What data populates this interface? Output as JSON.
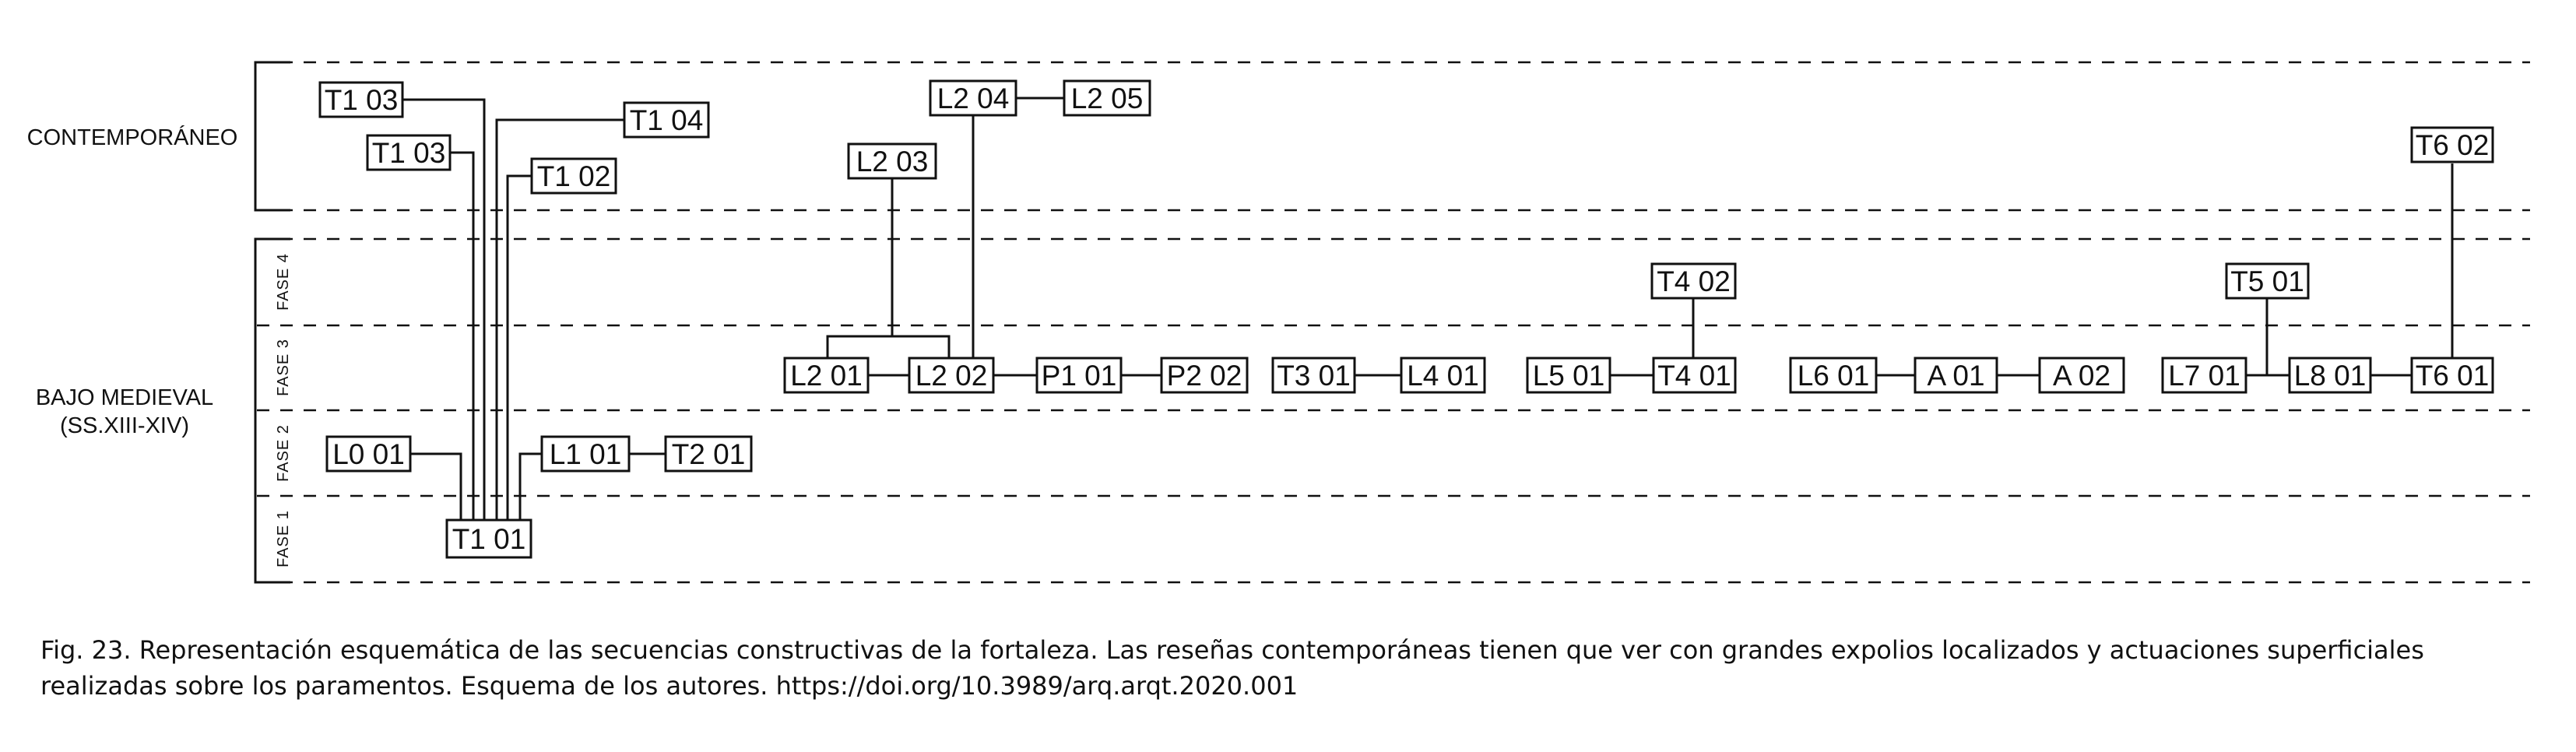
{
  "diagram": {
    "periods": [
      {
        "id": "contemporaneo",
        "lines": [
          "CONTEMPORÁNEO"
        ]
      },
      {
        "id": "bajo_medieval",
        "lines": [
          "BAJO MEDIEVAL",
          "(SS.XIII-XIV)"
        ]
      }
    ],
    "phases": [
      "FASE 1",
      "FASE 2",
      "FASE 3",
      "FASE 4"
    ],
    "nodes": {
      "t103a": "T1 03",
      "t103b": "T1 03",
      "t104": "T1 04",
      "t102": "T1 02",
      "l001": "L0 01",
      "t101": "T1 01",
      "l101": "L1 01",
      "t201": "T2 01",
      "l204": "L2 04",
      "l205": "L2 05",
      "l203": "L2 03",
      "l201": "L2 01",
      "l202": "L2 02",
      "p101": "P1 01",
      "p202": "P2 02",
      "t301": "T3 01",
      "l401": "L4 01",
      "t402": "T4 02",
      "l501": "L5 01",
      "t401": "T4 01",
      "l601": "L6 01",
      "a01": "A 01",
      "a02": "A 02",
      "t501": "T5 01",
      "l701": "L7 01",
      "l801": "L8 01",
      "t601": "T6 01",
      "t602": "T6 02"
    }
  },
  "caption": "Fig. 23. Representación esquemática de las secuencias constructivas de la fortaleza. Las reseñas contemporáneas tienen que ver con grandes expolios localizados y actuaciones superficiales realizadas sobre los paramentos. Esquema de los autores. https://doi.org/10.3989/arq.arqt.2020.001"
}
